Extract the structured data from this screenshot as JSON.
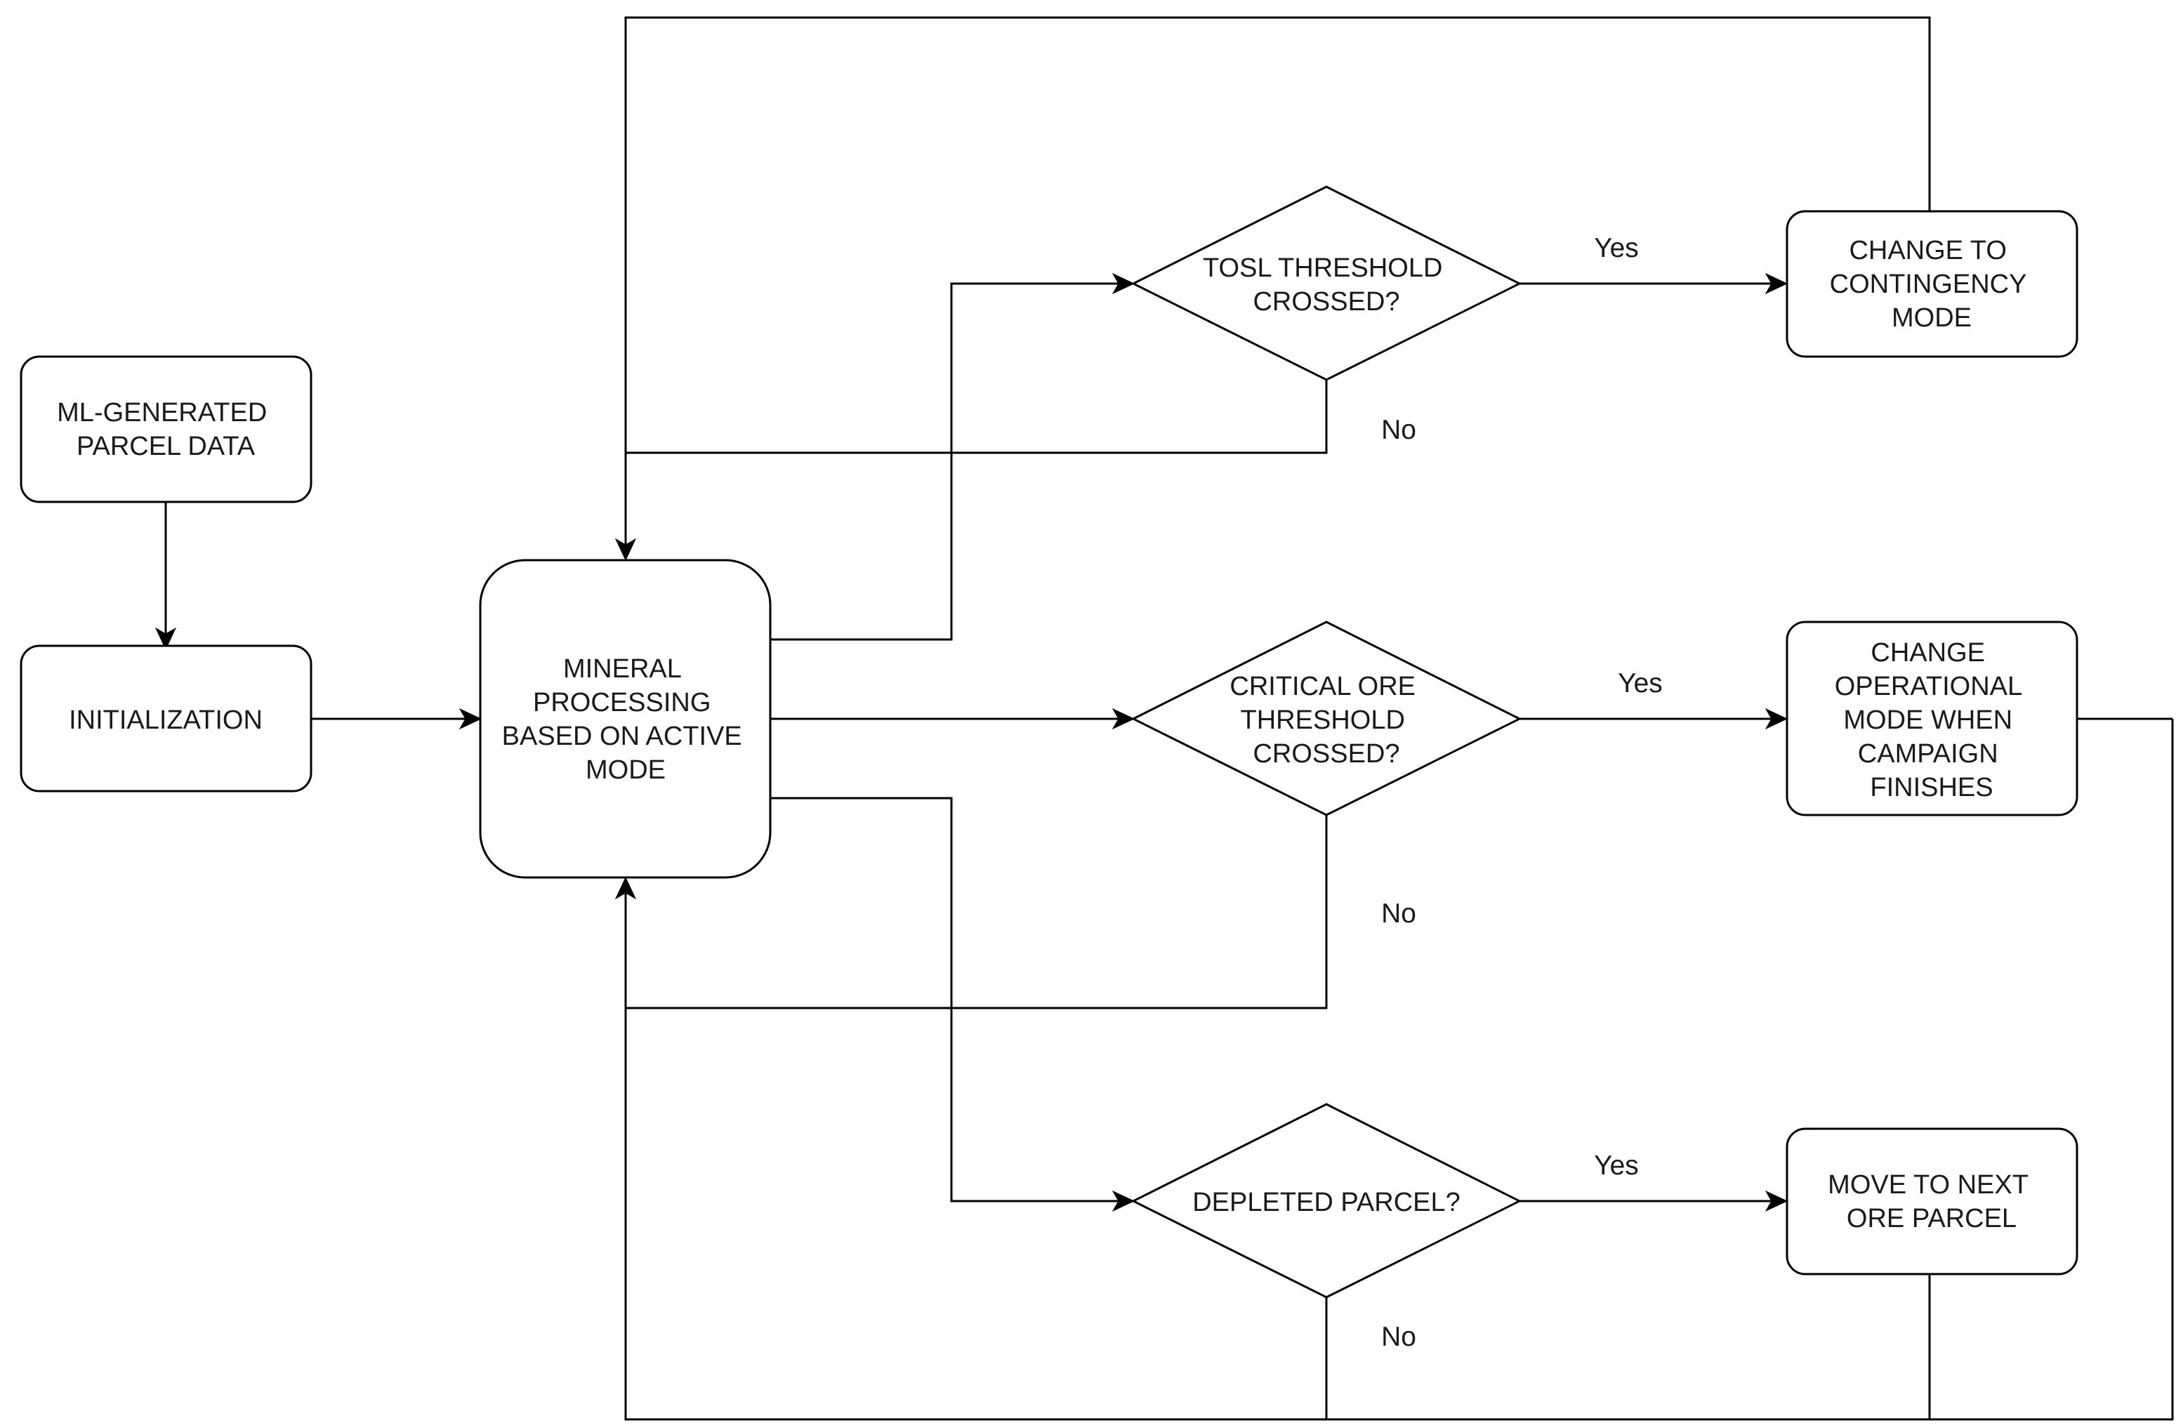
{
  "nodes": {
    "parcel_data": {
      "label_lines": [
        "ML-GENERATED",
        "PARCEL DATA"
      ]
    },
    "initialization": {
      "label_lines": [
        "INITIALIZATION"
      ]
    },
    "mineral_processing": {
      "label_lines": [
        "MINERAL",
        "PROCESSING",
        "BASED ON ACTIVE",
        "MODE"
      ]
    },
    "tosl_threshold": {
      "label_lines": [
        "TOSL THRESHOLD",
        "CROSSED?"
      ]
    },
    "critical_ore_threshold": {
      "label_lines": [
        "CRITICAL ORE",
        "THRESHOLD",
        "CROSSED?"
      ]
    },
    "depleted_parcel": {
      "label_lines": [
        "DEPLETED PARCEL?"
      ]
    },
    "contingency_mode": {
      "label_lines": [
        "CHANGE TO",
        "CONTINGENCY",
        "MODE"
      ]
    },
    "operational_mode": {
      "label_lines": [
        "CHANGE",
        "OPERATIONAL",
        "MODE WHEN",
        "CAMPAIGN",
        "FINISHES"
      ]
    },
    "next_parcel": {
      "label_lines": [
        "MOVE TO NEXT",
        "ORE PARCEL"
      ]
    }
  },
  "edge_labels": {
    "tosl_yes": "Yes",
    "tosl_no": "No",
    "critical_yes": "Yes",
    "critical_no": "No",
    "depleted_yes": "Yes",
    "depleted_no": "No"
  },
  "colors": {
    "stroke": "#000000",
    "fill": "#ffffff",
    "text": "#1a1a1a"
  }
}
